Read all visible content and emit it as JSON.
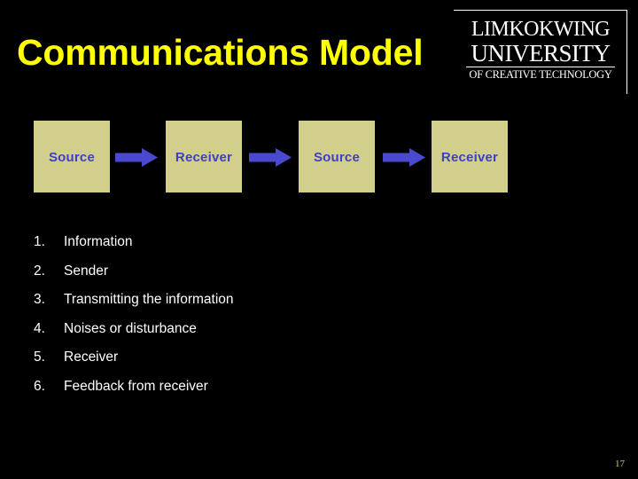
{
  "slide": {
    "title": "Communications Model",
    "background_color": "#000000",
    "title_color": "#FFFF00",
    "page_number": "17"
  },
  "logo": {
    "line1": "LIMKOKWING",
    "line2": "UNIVERSITY",
    "line3": "OF CREATIVE TECHNOLOGY",
    "color": "#FFFFFF"
  },
  "diagram": {
    "box_fill": "#D2CE8C",
    "box_text_color": "#4040C4",
    "arrow_color": "#4A4AD0",
    "nodes": [
      {
        "label": "Source"
      },
      {
        "label": "Receiver"
      },
      {
        "label": "Source"
      },
      {
        "label": "Receiver"
      }
    ],
    "arrows": [
      {
        "name": "arrow-1",
        "direction": "right"
      },
      {
        "name": "arrow-2",
        "direction": "right"
      },
      {
        "name": "arrow-3",
        "direction": "right"
      }
    ]
  },
  "list": {
    "items": [
      {
        "number": "1.",
        "text": "Information"
      },
      {
        "number": "2.",
        "text": "Sender"
      },
      {
        "number": "3.",
        "text": "Transmitting the information"
      },
      {
        "number": "4.",
        "text": "Noises or disturbance"
      },
      {
        "number": "5.",
        "text": "Receiver"
      },
      {
        "number": "6.",
        "text": "Feedback from receiver"
      }
    ]
  }
}
